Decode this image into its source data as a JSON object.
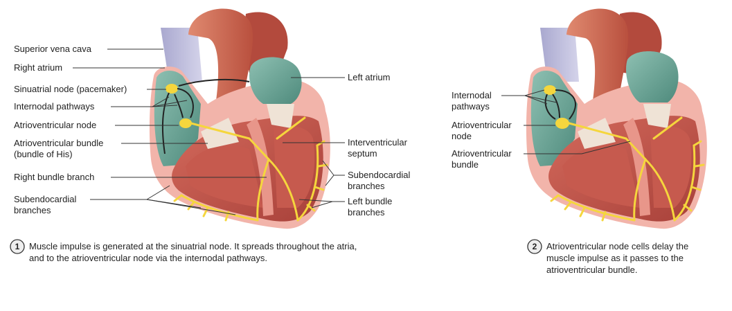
{
  "left_panel": {
    "labels": {
      "superior_vena_cava": "Superior vena cava",
      "right_atrium": "Right atrium",
      "sinuatrial_node": "Sinuatrial node (pacemaker)",
      "internodal_pathways": "Internodal pathways",
      "atrioventricular_node": "Atrioventricular node",
      "av_bundle_line1": "Atrioventricular bundle",
      "av_bundle_line2": "(bundle of His)",
      "right_bundle_branch": "Right bundle branch",
      "subendo_left_line1": "Subendocardial",
      "subendo_left_line2": "branches",
      "left_atrium": "Left atrium",
      "interventricular_line1": "Interventricular",
      "interventricular_line2": "septum",
      "subendo_right_line1": "Subendocardial",
      "subendo_right_line2": "branches",
      "left_bundle_line1": "Left bundle",
      "left_bundle_line2": "branches"
    },
    "step_number": "1",
    "caption_line1": "Muscle impulse is generated at the sinuatrial node. It spreads throughout the atria,",
    "caption_line2": "and to the atrioventricular node via the internodal pathways."
  },
  "right_panel": {
    "labels": {
      "internodal_line1": "Internodal",
      "internodal_line2": "pathways",
      "av_node_line1": "Atrioventricular",
      "av_node_line2": "node",
      "av_bundle_line1": "Atrioventricular",
      "av_bundle_line2": "bundle"
    },
    "step_number": "2",
    "caption_line1": "Atrioventricular node cells delay the",
    "caption_line2": "muscle impulse as it passes to the",
    "caption_line3": "atrioventricular bundle."
  },
  "colors": {
    "muscle": "#c9564c",
    "muscle_dark": "#a8413a",
    "endocardium": "#f2b8b0",
    "atrium_teal": "#5e9e90",
    "vessel_blue": "#b9b8d8",
    "aorta": "#cf6a55",
    "conduction": "#f5d63d",
    "valve": "#efe3d6"
  }
}
